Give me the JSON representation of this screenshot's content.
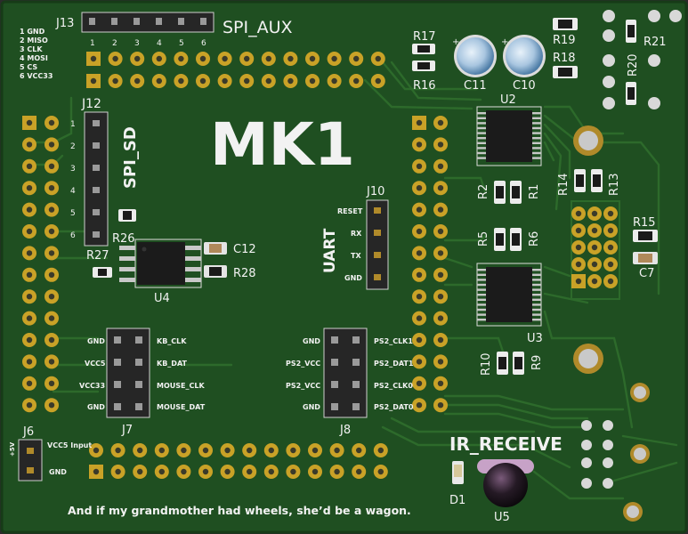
{
  "board": {
    "title": "MK1",
    "tagline": "And if my grandmother had wheels, she’d be a wagon."
  },
  "connectors": {
    "j13": {
      "ref": "J13",
      "name": "SPI_AUX",
      "pin_numbers": [
        "1",
        "2",
        "3",
        "4",
        "5",
        "6"
      ],
      "legend": [
        "1 GND",
        "2 MISO",
        "3 CLK",
        "4 MOSI",
        "5 CS",
        "6 VCC33"
      ]
    },
    "j12": {
      "ref": "J12",
      "name": "SPI_SD",
      "pin_numbers": [
        "1",
        "2",
        "3",
        "4",
        "5",
        "6"
      ]
    },
    "j10": {
      "ref": "J10",
      "name": "UART",
      "pins": [
        "RESET",
        "RX",
        "TX",
        "GND"
      ]
    },
    "j7": {
      "ref": "J7",
      "left": [
        "GND",
        "VCC5",
        "VCC33",
        "GND"
      ],
      "right": [
        "KB_CLK",
        "KB_DAT",
        "MOUSE_CLK",
        "MOUSE_DAT"
      ]
    },
    "j8": {
      "ref": "J8",
      "left": [
        "GND",
        "PS2_VCC",
        "PS2_VCC",
        "GND"
      ],
      "right": [
        "PS2_CLK1",
        "PS2_DAT1",
        "PS2_CLK0",
        "PS2_DAT0"
      ]
    },
    "j6": {
      "ref": "J6",
      "side_label": "+5V",
      "pins": [
        "VCC5 Input",
        "GND"
      ]
    }
  },
  "components": {
    "resistors": [
      "R17",
      "R16",
      "R19",
      "R18",
      "R21",
      "R20",
      "R2",
      "R1",
      "R14",
      "R13",
      "R15",
      "R5",
      "R6",
      "R26",
      "R27",
      "R28",
      "R10",
      "R9"
    ],
    "capacitors": [
      "C11",
      "C10",
      "C12",
      "C7"
    ],
    "chips": [
      "U2",
      "U3",
      "U4",
      "U5"
    ],
    "leds": [
      "D1"
    ]
  },
  "sections": {
    "ir": "IR_RECEIVE"
  }
}
